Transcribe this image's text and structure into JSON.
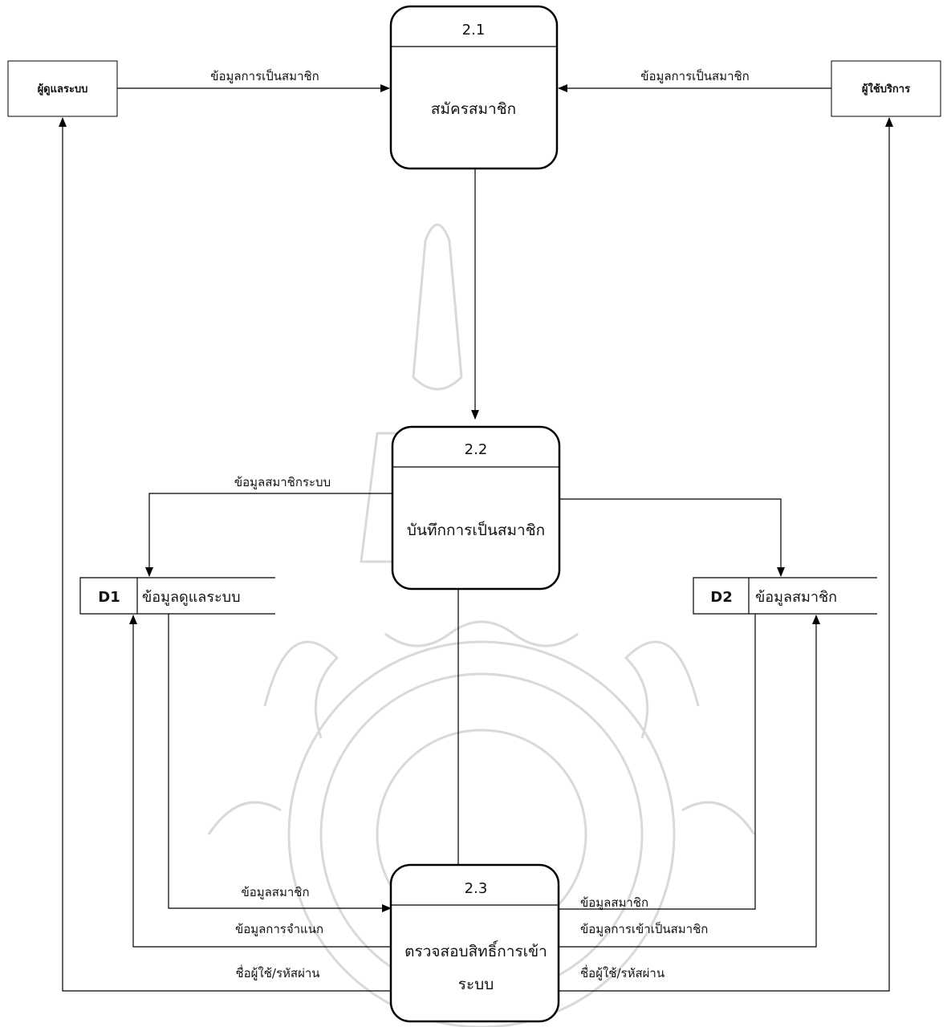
{
  "entities": {
    "admin": "ผู้ดูแลระบบ",
    "user": "ผู้ใช้บริการ"
  },
  "processes": {
    "p21": {
      "id": "2.1",
      "name": "สมัครสมาชิก"
    },
    "p22": {
      "id": "2.2",
      "name": "บันทึกการเป็นสมาชิก"
    },
    "p23": {
      "id": "2.3",
      "name_line1": "ตรวจสอบสิทธิ์การเข้า",
      "name_line2": "ระบบ"
    }
  },
  "stores": {
    "d1": {
      "id": "D1",
      "name": "ข้อมูลดูแลระบบ"
    },
    "d2": {
      "id": "D2",
      "name": "ข้อมูลสมาชิก"
    }
  },
  "flows": {
    "admin_to_p21": "ข้อมูลการเป็นสมาชิก",
    "user_to_p21": "ข้อมูลการเป็นสมาชิก",
    "p22_to_d1": "ข้อมูลสมาชิกระบบ",
    "d1_to_p23": "ข้อมูลสมาชิก",
    "p23_to_d1": "ข้อมูลการจำแนก",
    "p23_to_admin": "ชื่อผู้ใช้/รหัสผ่าน",
    "d2_to_p23": "ข้อมูลสมาชิก",
    "p23_to_d2": "ข้อมูลการเข้าเป็นสมาชิก",
    "p23_to_user": "ชื่อผู้ใช้/รหัสผ่าน"
  }
}
